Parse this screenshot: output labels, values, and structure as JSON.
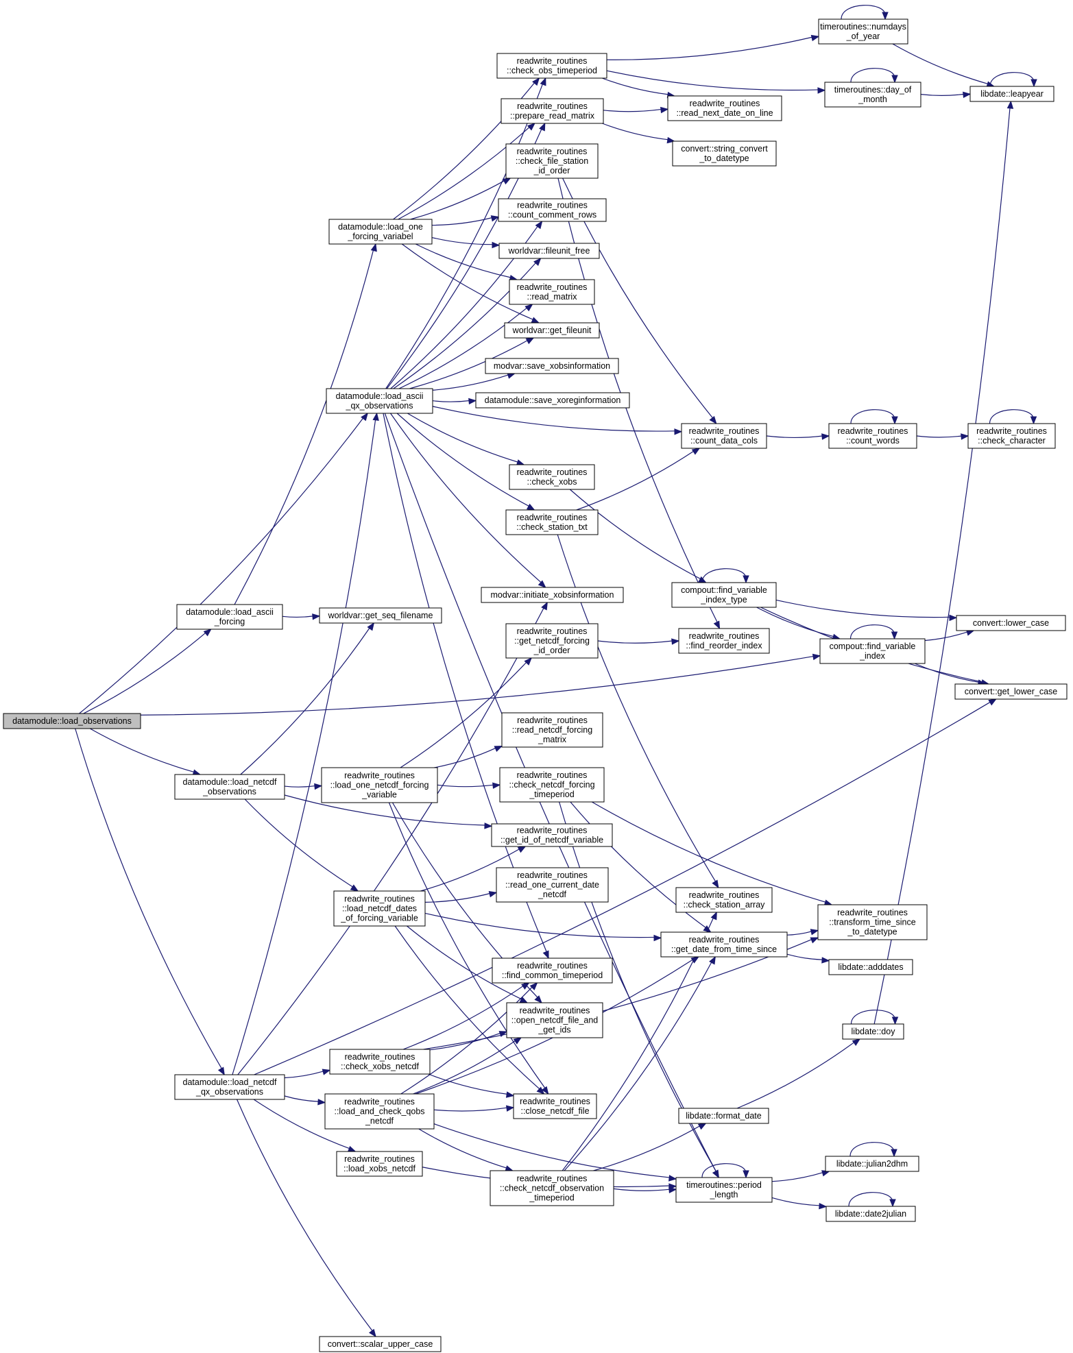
{
  "diagram": {
    "nodes": [
      {
        "id": "root",
        "lines": [
          "datamodule::load_observations"
        ]
      },
      {
        "id": "load_ascii_forcing",
        "lines": [
          "datamodule::load_ascii",
          "_forcing"
        ]
      },
      {
        "id": "load_netcdf_obs",
        "lines": [
          "datamodule::load_netcdf",
          "_observations"
        ]
      },
      {
        "id": "load_netcdf_qx",
        "lines": [
          "datamodule::load_netcdf",
          "_qx_observations"
        ]
      },
      {
        "id": "load_one_forcing",
        "lines": [
          "datamodule::load_one",
          "_forcing_variabel"
        ]
      },
      {
        "id": "load_ascii_qx",
        "lines": [
          "datamodule::load_ascii",
          "_qx_observations"
        ]
      },
      {
        "id": "check_obs_tp",
        "lines": [
          "readwrite_routines",
          "::check_obs_timeperiod"
        ]
      },
      {
        "id": "prepare_read_matrix",
        "lines": [
          "readwrite_routines",
          "::prepare_read_matrix"
        ]
      },
      {
        "id": "check_file_station",
        "lines": [
          "readwrite_routines",
          "::check_file_station",
          "_id_order"
        ]
      },
      {
        "id": "count_comment_rows",
        "lines": [
          "readwrite_routines",
          "::count_comment_rows"
        ]
      },
      {
        "id": "fileunit_free",
        "lines": [
          "worldvar::fileunit_free"
        ]
      },
      {
        "id": "read_matrix",
        "lines": [
          "readwrite_routines",
          "::read_matrix"
        ]
      },
      {
        "id": "get_fileunit",
        "lines": [
          "worldvar::get_fileunit"
        ]
      },
      {
        "id": "save_xobsinformation",
        "lines": [
          "modvar::save_xobsinformation"
        ]
      },
      {
        "id": "save_xoreginformation",
        "lines": [
          "datamodule::save_xoreginformation"
        ]
      },
      {
        "id": "check_xobs",
        "lines": [
          "readwrite_routines",
          "::check_xobs"
        ]
      },
      {
        "id": "check_station_txt",
        "lines": [
          "readwrite_routines",
          "::check_station_txt"
        ]
      },
      {
        "id": "initiate_xobsinformation",
        "lines": [
          "modvar::initiate_xobsinformation"
        ]
      },
      {
        "id": "get_seq_filename",
        "lines": [
          "worldvar::get_seq_filename"
        ]
      },
      {
        "id": "get_netcdf_forcing_id",
        "lines": [
          "readwrite_routines",
          "::get_netcdf_forcing",
          "_id_order"
        ]
      },
      {
        "id": "read_netcdf_forcing_matrix",
        "lines": [
          "readwrite_routines",
          "::read_netcdf_forcing",
          "_matrix"
        ]
      },
      {
        "id": "load_one_netcdf",
        "lines": [
          "readwrite_routines",
          "::load_one_netcdf_forcing",
          "_variable"
        ]
      },
      {
        "id": "check_netcdf_forcing_tp",
        "lines": [
          "readwrite_routines",
          "::check_netcdf_forcing",
          "_timeperiod"
        ]
      },
      {
        "id": "get_id_of_netcdf_variable",
        "lines": [
          "readwrite_routines",
          "::get_id_of_netcdf_variable"
        ]
      },
      {
        "id": "load_netcdf_dates",
        "lines": [
          "readwrite_routines",
          "::load_netcdf_dates",
          "_of_forcing_variable"
        ]
      },
      {
        "id": "read_one_current_date",
        "lines": [
          "readwrite_routines",
          "::read_one_current_date",
          "_netcdf"
        ]
      },
      {
        "id": "find_common_tp",
        "lines": [
          "readwrite_routines",
          "::find_common_timeperiod"
        ]
      },
      {
        "id": "open_netcdf",
        "lines": [
          "readwrite_routines",
          "::open_netcdf_file_and",
          "_get_ids"
        ]
      },
      {
        "id": "check_xobs_netcdf",
        "lines": [
          "readwrite_routines",
          "::check_xobs_netcdf"
        ]
      },
      {
        "id": "load_and_check_qobs",
        "lines": [
          "readwrite_routines",
          "::load_and_check_qobs",
          "_netcdf"
        ]
      },
      {
        "id": "close_netcdf",
        "lines": [
          "readwrite_routines",
          "::close_netcdf_file"
        ]
      },
      {
        "id": "load_xobs_netcdf",
        "lines": [
          "readwrite_routines",
          "::load_xobs_netcdf"
        ]
      },
      {
        "id": "check_netcdf_obs_tp",
        "lines": [
          "readwrite_routines",
          "::check_netcdf_observation",
          "_timeperiod"
        ]
      },
      {
        "id": "scalar_upper_case",
        "lines": [
          "convert::scalar_upper_case"
        ]
      },
      {
        "id": "read_next_date",
        "lines": [
          "readwrite_routines",
          "::read_next_date_on_line"
        ]
      },
      {
        "id": "string_convert",
        "lines": [
          "convert::string_convert",
          "_to_datetype"
        ]
      },
      {
        "id": "count_data_cols",
        "lines": [
          "readwrite_routines",
          "::count_data_cols"
        ]
      },
      {
        "id": "find_variable_index_type",
        "lines": [
          "compout::find_variable",
          "_index_type"
        ]
      },
      {
        "id": "find_reorder_index",
        "lines": [
          "readwrite_routines",
          "::find_reorder_index"
        ]
      },
      {
        "id": "check_station_array",
        "lines": [
          "readwrite_routines",
          "::check_station_array"
        ]
      },
      {
        "id": "get_date_from_time",
        "lines": [
          "readwrite_routines",
          "::get_date_from_time_since"
        ]
      },
      {
        "id": "format_date",
        "lines": [
          "libdate::format_date"
        ]
      },
      {
        "id": "period_length",
        "lines": [
          "timeroutines::period",
          "_length"
        ]
      },
      {
        "id": "numdays_of_year",
        "lines": [
          "timeroutines::numdays",
          "_of_year"
        ]
      },
      {
        "id": "day_of_month",
        "lines": [
          "timeroutines::day_of",
          "_month"
        ]
      },
      {
        "id": "count_words",
        "lines": [
          "readwrite_routines",
          "::count_words"
        ]
      },
      {
        "id": "find_variable_index",
        "lines": [
          "compout::find_variable",
          "_index"
        ]
      },
      {
        "id": "transform_time",
        "lines": [
          "readwrite_routines",
          "::transform_time_since",
          "_to_datetype"
        ]
      },
      {
        "id": "adddates",
        "lines": [
          "libdate::adddates"
        ]
      },
      {
        "id": "doy",
        "lines": [
          "libdate::doy"
        ]
      },
      {
        "id": "julian2dhm",
        "lines": [
          "libdate::julian2dhm"
        ]
      },
      {
        "id": "date2julian",
        "lines": [
          "libdate::date2julian"
        ]
      },
      {
        "id": "leapyear",
        "lines": [
          "libdate::leapyear"
        ]
      },
      {
        "id": "check_character",
        "lines": [
          "readwrite_routines",
          "::check_character"
        ]
      },
      {
        "id": "lower_case",
        "lines": [
          "convert::lower_case"
        ]
      },
      {
        "id": "get_lower_case",
        "lines": [
          "convert::get_lower_case"
        ]
      }
    ],
    "edges": [
      [
        "root",
        "load_ascii_forcing"
      ],
      [
        "root",
        "load_ascii_qx"
      ],
      [
        "root",
        "load_netcdf_obs"
      ],
      [
        "root",
        "load_netcdf_qx"
      ],
      [
        "root",
        "find_variable_index"
      ],
      [
        "load_ascii_forcing",
        "load_one_forcing"
      ],
      [
        "load_ascii_forcing",
        "get_seq_filename"
      ],
      [
        "load_one_forcing",
        "check_obs_tp"
      ],
      [
        "load_one_forcing",
        "prepare_read_matrix"
      ],
      [
        "load_one_forcing",
        "check_file_station"
      ],
      [
        "load_one_forcing",
        "count_comment_rows"
      ],
      [
        "load_one_forcing",
        "fileunit_free"
      ],
      [
        "load_one_forcing",
        "read_matrix"
      ],
      [
        "load_one_forcing",
        "get_fileunit"
      ],
      [
        "load_ascii_qx",
        "check_obs_tp"
      ],
      [
        "load_ascii_qx",
        "prepare_read_matrix"
      ],
      [
        "load_ascii_qx",
        "count_comment_rows"
      ],
      [
        "load_ascii_qx",
        "fileunit_free"
      ],
      [
        "load_ascii_qx",
        "read_matrix"
      ],
      [
        "load_ascii_qx",
        "get_fileunit"
      ],
      [
        "load_ascii_qx",
        "save_xobsinformation"
      ],
      [
        "load_ascii_qx",
        "save_xoreginformation"
      ],
      [
        "load_ascii_qx",
        "count_data_cols"
      ],
      [
        "load_ascii_qx",
        "check_xobs"
      ],
      [
        "load_ascii_qx",
        "check_station_txt"
      ],
      [
        "load_ascii_qx",
        "initiate_xobsinformation"
      ],
      [
        "load_ascii_qx",
        "find_common_tp"
      ],
      [
        "load_ascii_qx",
        "period_length"
      ],
      [
        "load_netcdf_obs",
        "get_seq_filename"
      ],
      [
        "load_netcdf_obs",
        "load_one_netcdf"
      ],
      [
        "load_netcdf_obs",
        "get_id_of_netcdf_variable"
      ],
      [
        "load_netcdf_obs",
        "load_netcdf_dates"
      ],
      [
        "load_netcdf_qx",
        "load_ascii_qx"
      ],
      [
        "load_netcdf_qx",
        "initiate_xobsinformation"
      ],
      [
        "load_netcdf_qx",
        "check_xobs_netcdf"
      ],
      [
        "load_netcdf_qx",
        "load_and_check_qobs"
      ],
      [
        "load_netcdf_qx",
        "load_xobs_netcdf"
      ],
      [
        "load_netcdf_qx",
        "scalar_upper_case"
      ],
      [
        "load_netcdf_qx",
        "get_lower_case"
      ],
      [
        "load_one_netcdf",
        "get_netcdf_forcing_id"
      ],
      [
        "load_one_netcdf",
        "read_netcdf_forcing_matrix"
      ],
      [
        "load_one_netcdf",
        "check_netcdf_forcing_tp"
      ],
      [
        "load_one_netcdf",
        "open_netcdf"
      ],
      [
        "load_one_netcdf",
        "close_netcdf"
      ],
      [
        "load_netcdf_dates",
        "get_id_of_netcdf_variable"
      ],
      [
        "load_netcdf_dates",
        "read_one_current_date"
      ],
      [
        "load_netcdf_dates",
        "get_date_from_time"
      ],
      [
        "load_netcdf_dates",
        "open_netcdf"
      ],
      [
        "load_netcdf_dates",
        "close_netcdf"
      ],
      [
        "check_xobs_netcdf",
        "find_common_tp"
      ],
      [
        "check_xobs_netcdf",
        "open_netcdf"
      ],
      [
        "check_xobs_netcdf",
        "close_netcdf"
      ],
      [
        "check_xobs_netcdf",
        "transform_time"
      ],
      [
        "load_and_check_qobs",
        "find_common_tp"
      ],
      [
        "load_and_check_qobs",
        "open_netcdf"
      ],
      [
        "load_and_check_qobs",
        "close_netcdf"
      ],
      [
        "load_and_check_qobs",
        "check_netcdf_obs_tp"
      ],
      [
        "load_and_check_qobs",
        "get_date_from_time"
      ],
      [
        "load_and_check_qobs",
        "period_length"
      ],
      [
        "load_xobs_netcdf",
        "period_length"
      ],
      [
        "check_obs_tp",
        "numdays_of_year"
      ],
      [
        "check_obs_tp",
        "day_of_month"
      ],
      [
        "check_obs_tp",
        "read_next_date"
      ],
      [
        "prepare_read_matrix",
        "read_next_date"
      ],
      [
        "prepare_read_matrix",
        "string_convert"
      ],
      [
        "check_file_station",
        "count_data_cols"
      ],
      [
        "check_file_station",
        "find_reorder_index"
      ],
      [
        "check_xobs",
        "find_variable_index_type"
      ],
      [
        "check_station_txt",
        "count_data_cols"
      ],
      [
        "check_station_txt",
        "check_station_array"
      ],
      [
        "get_netcdf_forcing_id",
        "find_reorder_index"
      ],
      [
        "check_netcdf_forcing_tp",
        "transform_time"
      ],
      [
        "check_netcdf_forcing_tp",
        "get_date_from_time"
      ],
      [
        "check_netcdf_forcing_tp",
        "period_length"
      ],
      [
        "check_netcdf_obs_tp",
        "check_station_array"
      ],
      [
        "check_netcdf_obs_tp",
        "get_date_from_time"
      ],
      [
        "check_netcdf_obs_tp",
        "format_date"
      ],
      [
        "check_netcdf_obs_tp",
        "period_length"
      ],
      [
        "count_data_cols",
        "count_words"
      ],
      [
        "find_variable_index_type",
        "find_variable_index_type"
      ],
      [
        "find_variable_index_type",
        "find_variable_index"
      ],
      [
        "find_variable_index_type",
        "lower_case"
      ],
      [
        "find_variable_index_type",
        "get_lower_case"
      ],
      [
        "get_date_from_time",
        "transform_time"
      ],
      [
        "get_date_from_time",
        "adddates"
      ],
      [
        "format_date",
        "doy"
      ],
      [
        "period_length",
        "period_length"
      ],
      [
        "period_length",
        "julian2dhm"
      ],
      [
        "period_length",
        "date2julian"
      ],
      [
        "numdays_of_year",
        "numdays_of_year"
      ],
      [
        "numdays_of_year",
        "leapyear"
      ],
      [
        "day_of_month",
        "day_of_month"
      ],
      [
        "day_of_month",
        "leapyear"
      ],
      [
        "count_words",
        "count_words"
      ],
      [
        "count_words",
        "check_character"
      ],
      [
        "find_variable_index",
        "find_variable_index"
      ],
      [
        "find_variable_index",
        "lower_case"
      ],
      [
        "find_variable_index",
        "get_lower_case"
      ],
      [
        "doy",
        "doy"
      ],
      [
        "doy",
        "leapyear"
      ],
      [
        "julian2dhm",
        "julian2dhm"
      ],
      [
        "date2julian",
        "date2julian"
      ],
      [
        "leapyear",
        "leapyear"
      ],
      [
        "check_character",
        "check_character"
      ]
    ]
  }
}
